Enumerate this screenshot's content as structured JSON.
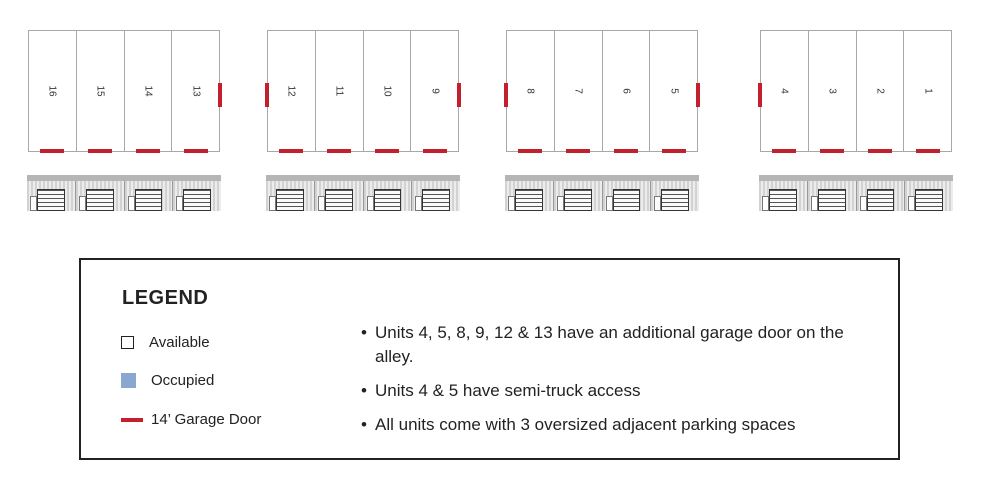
{
  "buildings": [
    {
      "units": [
        {
          "number": "16",
          "alley_door": ""
        },
        {
          "number": "15",
          "alley_door": ""
        },
        {
          "number": "14",
          "alley_door": ""
        },
        {
          "number": "13",
          "alley_door": "right"
        }
      ]
    },
    {
      "units": [
        {
          "number": "12",
          "alley_door": "left"
        },
        {
          "number": "11",
          "alley_door": ""
        },
        {
          "number": "10",
          "alley_door": ""
        },
        {
          "number": "9",
          "alley_door": "right"
        }
      ]
    },
    {
      "units": [
        {
          "number": "8",
          "alley_door": "left"
        },
        {
          "number": "7",
          "alley_door": ""
        },
        {
          "number": "6",
          "alley_door": ""
        },
        {
          "number": "5",
          "alley_door": "right"
        }
      ]
    },
    {
      "units": [
        {
          "number": "4",
          "alley_door": "left"
        },
        {
          "number": "3",
          "alley_door": ""
        },
        {
          "number": "2",
          "alley_door": ""
        },
        {
          "number": "1",
          "alley_door": ""
        }
      ]
    }
  ],
  "legend": {
    "title": "LEGEND",
    "available": "Available",
    "occupied": "Occupied",
    "garage_door": "14’ Garage Door",
    "notes": [
      "Units 4, 5, 8, 9, 12 & 13 have an additional garage door on the alley.",
      "Units 4 & 5 have semi-truck access",
      "All units come with 3 oversized adjacent parking spaces"
    ]
  },
  "colors": {
    "garage_door": "#c41f2c",
    "occupied": "#8aa8cf",
    "available": "#ffffff"
  }
}
